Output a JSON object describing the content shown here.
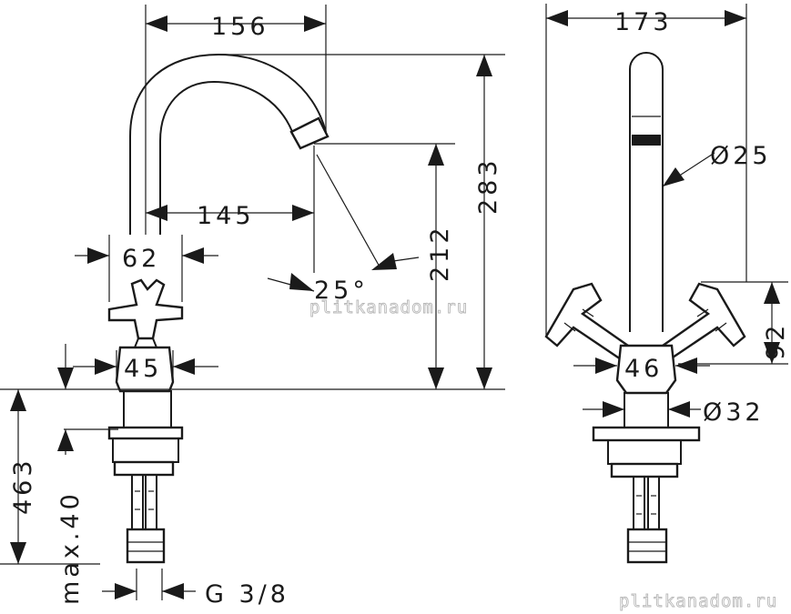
{
  "drawing": {
    "dimensions": {
      "spout_reach_top": "156",
      "spout_reach_lower": "145",
      "handle_width": "62",
      "body_width": "45",
      "angle": "25°",
      "outlet_height": "212",
      "total_height": "283",
      "below_deck": "463",
      "max_thickness": "max.40",
      "connection": "G 3/8",
      "side_width": "173",
      "spout_diameter": "Ø25",
      "handle_height": "92",
      "side_body_width": "46",
      "base_diameter": "Ø32"
    },
    "watermarks": {
      "center": "plitkanadom.ru",
      "corner": "plitkanadom.ru"
    }
  }
}
